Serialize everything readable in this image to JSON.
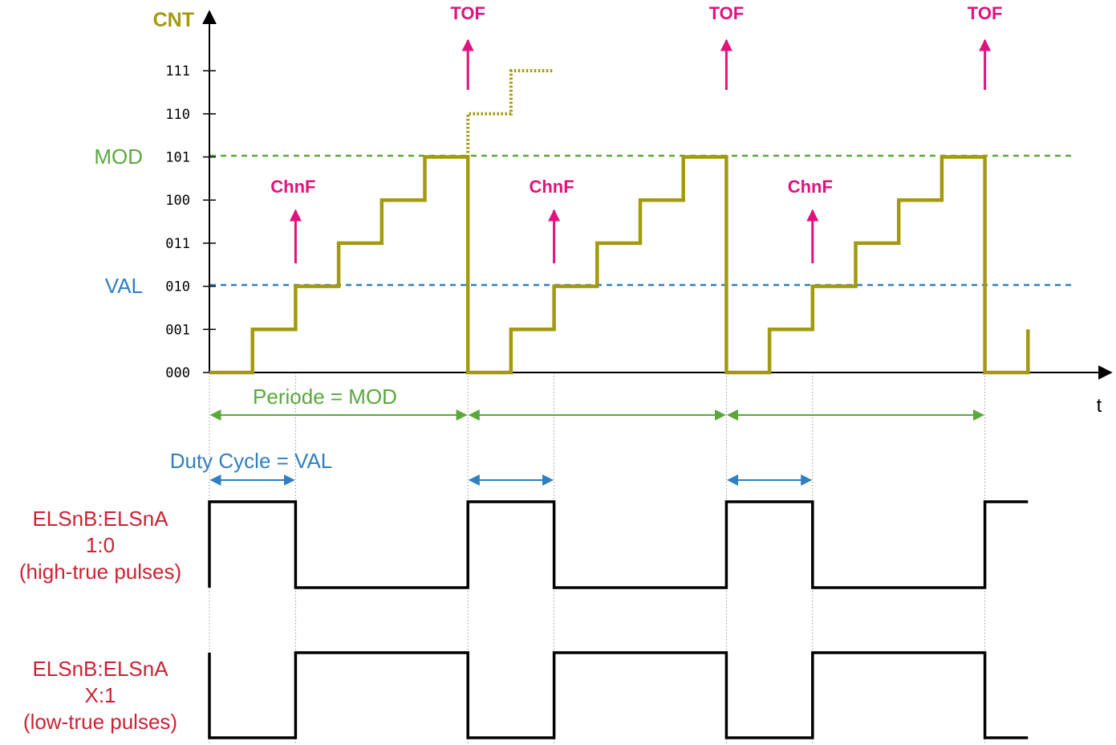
{
  "colors": {
    "counter": "#a39a0f",
    "mod": "#5aa83c",
    "val": "#2f7fc1",
    "event": "#e0127d",
    "label": "#cc2233",
    "signal": "#000000",
    "grid": "#999999"
  },
  "axes": {
    "y_title": "CNT",
    "x_title": "t",
    "y_ticks": [
      "000",
      "001",
      "010",
      "011",
      "100",
      "101",
      "110",
      "111"
    ]
  },
  "thresholds": {
    "mod_label": "MOD",
    "mod_value": 5,
    "val_label": "VAL",
    "val_value": 2
  },
  "events": {
    "tof_label": "TOF",
    "chnf_label": "ChnF"
  },
  "annotations": {
    "period": "Periode = MOD",
    "duty": "Duty Cycle = VAL"
  },
  "signals": {
    "high_true": {
      "line1": "ELSnB:ELSnA",
      "line2": "1:0",
      "line3": "(high-true pulses)"
    },
    "low_true": {
      "line1": "ELSnB:ELSnA",
      "line2": "X:1",
      "line3": "(low-true pulses)"
    }
  },
  "timing": {
    "periods": 3,
    "counter_sequence": [
      0,
      1,
      2,
      3,
      4,
      5
    ],
    "overflow_continuation": [
      5,
      6,
      7
    ],
    "final_partial": [
      0,
      1
    ]
  }
}
